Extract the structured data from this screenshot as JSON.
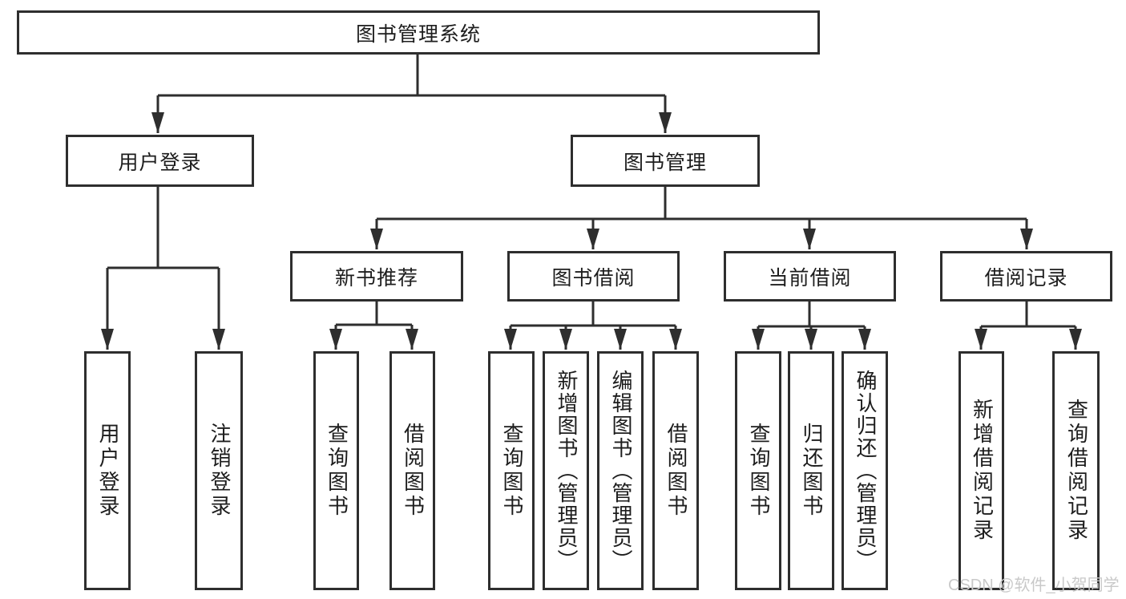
{
  "diagram": {
    "tree": {
      "label": "图书管理系统",
      "children": [
        {
          "label": "用户登录",
          "children": [
            {
              "label": "用户登录"
            },
            {
              "label": "注销登录"
            }
          ]
        },
        {
          "label": "图书管理",
          "children": [
            {
              "label": "新书推荐",
              "children": [
                {
                  "label": "查询图书"
                },
                {
                  "label": "借阅图书"
                }
              ]
            },
            {
              "label": "图书借阅",
              "children": [
                {
                  "label": "查询图书"
                },
                {
                  "label": "新增图书（管理员）"
                },
                {
                  "label": "编辑图书（管理员）"
                },
                {
                  "label": "借阅图书"
                }
              ]
            },
            {
              "label": "当前借阅",
              "children": [
                {
                  "label": "查询图书"
                },
                {
                  "label": "归还图书"
                },
                {
                  "label": "确认归还（管理员）"
                }
              ]
            },
            {
              "label": "借阅记录",
              "children": [
                {
                  "label": "新增借阅记录"
                },
                {
                  "label": "查询借阅记录"
                }
              ]
            }
          ]
        }
      ]
    }
  },
  "watermark": "CSDN @软件_小贺同学",
  "colors": {
    "line": "#2e2e2e",
    "text": "#1d1d1d",
    "watermark": "#c9c9c9",
    "background": "#ffffff"
  }
}
